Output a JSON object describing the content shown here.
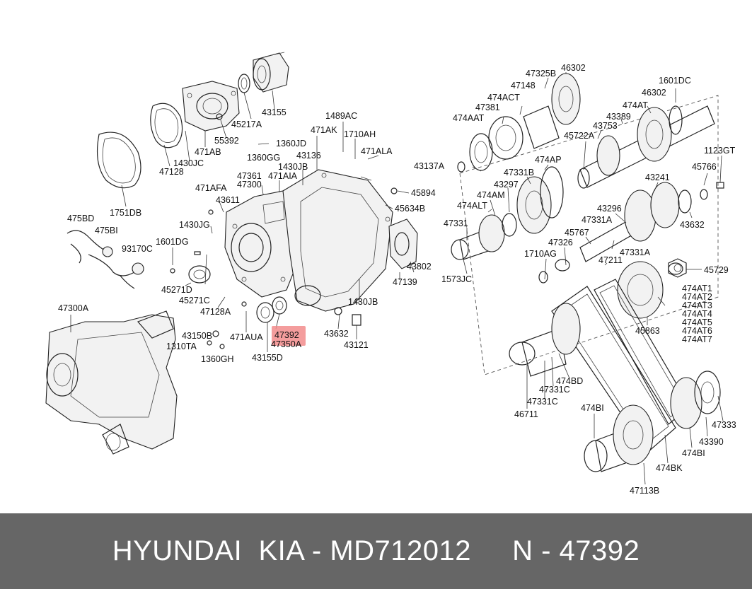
{
  "highlight_color": "#f28c8c",
  "footer": {
    "background": "#666666",
    "brand": "HYUNDAI",
    "brand2": "KIA",
    "part_number": "MD712012",
    "ref_number": "47392",
    "sep": "-",
    "ref_prefix": "N"
  },
  "callouts": [
    {
      "id": "c47392",
      "text": "47392",
      "highlighted": true
    },
    {
      "id": "c47350A",
      "text": "47350A"
    },
    {
      "id": "c43155D",
      "text": "43155D"
    },
    {
      "id": "c471AUA",
      "text": "471AUA"
    },
    {
      "id": "c43632a",
      "text": "43632"
    },
    {
      "id": "c43121",
      "text": "43121"
    },
    {
      "id": "c1430JB2",
      "text": "1430JB"
    },
    {
      "id": "c47139",
      "text": "47139"
    },
    {
      "id": "c43802",
      "text": "43802"
    },
    {
      "id": "c45634B",
      "text": "45634B"
    },
    {
      "id": "c45894",
      "text": "45894"
    },
    {
      "id": "c471ALA",
      "text": "471ALA"
    },
    {
      "id": "c1710AH",
      "text": "1710AH"
    },
    {
      "id": "c1489AC",
      "text": "1489AC"
    },
    {
      "id": "c471AK",
      "text": "471AK"
    },
    {
      "id": "c43136",
      "text": "43136"
    },
    {
      "id": "c1430JB1",
      "text": "1430JB"
    },
    {
      "id": "c471AIA",
      "text": "471AIA"
    },
    {
      "id": "c1360GG",
      "text": "1360GG"
    },
    {
      "id": "c1360JD",
      "text": "1360JD"
    },
    {
      "id": "c47361",
      "text": "47361"
    },
    {
      "id": "c47300",
      "text": "47300"
    },
    {
      "id": "c43611",
      "text": "43611"
    },
    {
      "id": "c471AFA",
      "text": "471AFA"
    },
    {
      "id": "c1430JG",
      "text": "1430JG"
    },
    {
      "id": "c1601DG",
      "text": "1601DG"
    },
    {
      "id": "c45271D",
      "text": "45271D"
    },
    {
      "id": "c45271C",
      "text": "45271C"
    },
    {
      "id": "c47128A",
      "text": "47128A"
    },
    {
      "id": "c43150B",
      "text": "43150B"
    },
    {
      "id": "c1310TA",
      "text": "1310TA"
    },
    {
      "id": "c1360GH",
      "text": "1360GH"
    },
    {
      "id": "c47300A",
      "text": "47300A"
    },
    {
      "id": "c475BD",
      "text": "475BD"
    },
    {
      "id": "c475BI",
      "text": "475BI"
    },
    {
      "id": "c93170C",
      "text": "93170C"
    },
    {
      "id": "c1751DB",
      "text": "1751DB"
    },
    {
      "id": "c47128",
      "text": "47128"
    },
    {
      "id": "c1430JC",
      "text": "1430JC"
    },
    {
      "id": "c471AB",
      "text": "471AB"
    },
    {
      "id": "c55392",
      "text": "55392"
    },
    {
      "id": "c45217A",
      "text": "45217A"
    },
    {
      "id": "c43155",
      "text": "43155"
    },
    {
      "id": "c46302a",
      "text": "46302"
    },
    {
      "id": "c47325B",
      "text": "47325B"
    },
    {
      "id": "c47148",
      "text": "47148"
    },
    {
      "id": "c474ACT",
      "text": "474ACT"
    },
    {
      "id": "c47381",
      "text": "47381"
    },
    {
      "id": "c474AAT",
      "text": "474AAT"
    },
    {
      "id": "c43137A",
      "text": "43137A"
    },
    {
      "id": "c1601DC",
      "text": "1601DC"
    },
    {
      "id": "c46302b",
      "text": "46302"
    },
    {
      "id": "c474AT",
      "text": "474AT"
    },
    {
      "id": "c43389",
      "text": "43389"
    },
    {
      "id": "c43753",
      "text": "43753"
    },
    {
      "id": "c45722A",
      "text": "45722A"
    },
    {
      "id": "c1123GT",
      "text": "1123GT"
    },
    {
      "id": "c45766",
      "text": "45766"
    },
    {
      "id": "c474AP",
      "text": "474AP"
    },
    {
      "id": "c47331B",
      "text": "47331B"
    },
    {
      "id": "c43297",
      "text": "43297"
    },
    {
      "id": "c474AM",
      "text": "474AM"
    },
    {
      "id": "c474ALT",
      "text": "474ALT"
    },
    {
      "id": "c47331",
      "text": "47331"
    },
    {
      "id": "c43241",
      "text": "43241"
    },
    {
      "id": "c43296",
      "text": "43296"
    },
    {
      "id": "c47331A1",
      "text": "47331A"
    },
    {
      "id": "c43632b",
      "text": "43632"
    },
    {
      "id": "c45767",
      "text": "45767"
    },
    {
      "id": "c47326",
      "text": "47326"
    },
    {
      "id": "c47331A2",
      "text": "47331A"
    },
    {
      "id": "c1710AG",
      "text": "1710AG"
    },
    {
      "id": "c1573JC",
      "text": "1573JC"
    },
    {
      "id": "c47211",
      "text": "47211"
    },
    {
      "id": "c45729",
      "text": "45729"
    },
    {
      "id": "c474AT1",
      "text": "474AT1"
    },
    {
      "id": "c474AT2",
      "text": "474AT2"
    },
    {
      "id": "c474AT3",
      "text": "474AT3"
    },
    {
      "id": "c474AT4",
      "text": "474AT4"
    },
    {
      "id": "c474AT5",
      "text": "474AT5"
    },
    {
      "id": "c474AT6",
      "text": "474AT6"
    },
    {
      "id": "c474AT7",
      "text": "474AT7"
    },
    {
      "id": "c45863",
      "text": "45863"
    },
    {
      "id": "c474BD",
      "text": "474BD"
    },
    {
      "id": "c47331C1",
      "text": "47331C"
    },
    {
      "id": "c47331C2",
      "text": "47331C"
    },
    {
      "id": "c46711",
      "text": "46711"
    },
    {
      "id": "c474BI",
      "text": "474BI"
    },
    {
      "id": "c47333",
      "text": "47333"
    },
    {
      "id": "c43390",
      "text": "43390"
    },
    {
      "id": "c474BI2",
      "text": "474BI"
    },
    {
      "id": "c474BK",
      "text": "474BK"
    },
    {
      "id": "c47113B",
      "text": "47113B"
    }
  ]
}
